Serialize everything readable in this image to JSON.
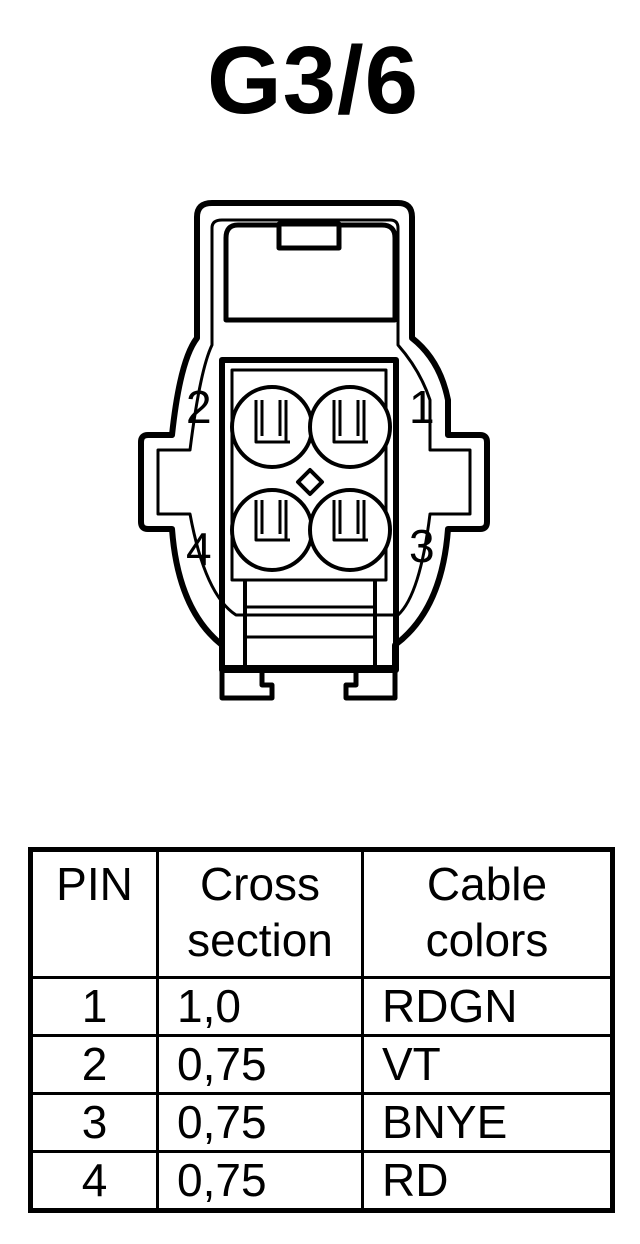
{
  "title": "G3/6",
  "connector": {
    "pin_labels": [
      {
        "pin": "1"
      },
      {
        "pin": "2"
      },
      {
        "pin": "3"
      },
      {
        "pin": "4"
      }
    ]
  },
  "table": {
    "headers": {
      "pin": "PIN",
      "cross_section": [
        "Cross",
        "section"
      ],
      "cable_colors": [
        "Cable",
        "colors"
      ]
    },
    "rows": [
      {
        "pin": "1",
        "cross_section": "1,0",
        "color": "RDGN"
      },
      {
        "pin": "2",
        "cross_section": "0,75",
        "color": "VT"
      },
      {
        "pin": "3",
        "cross_section": "0,75",
        "color": "BNYE"
      },
      {
        "pin": "4",
        "cross_section": "0,75",
        "color": "RD"
      }
    ]
  }
}
